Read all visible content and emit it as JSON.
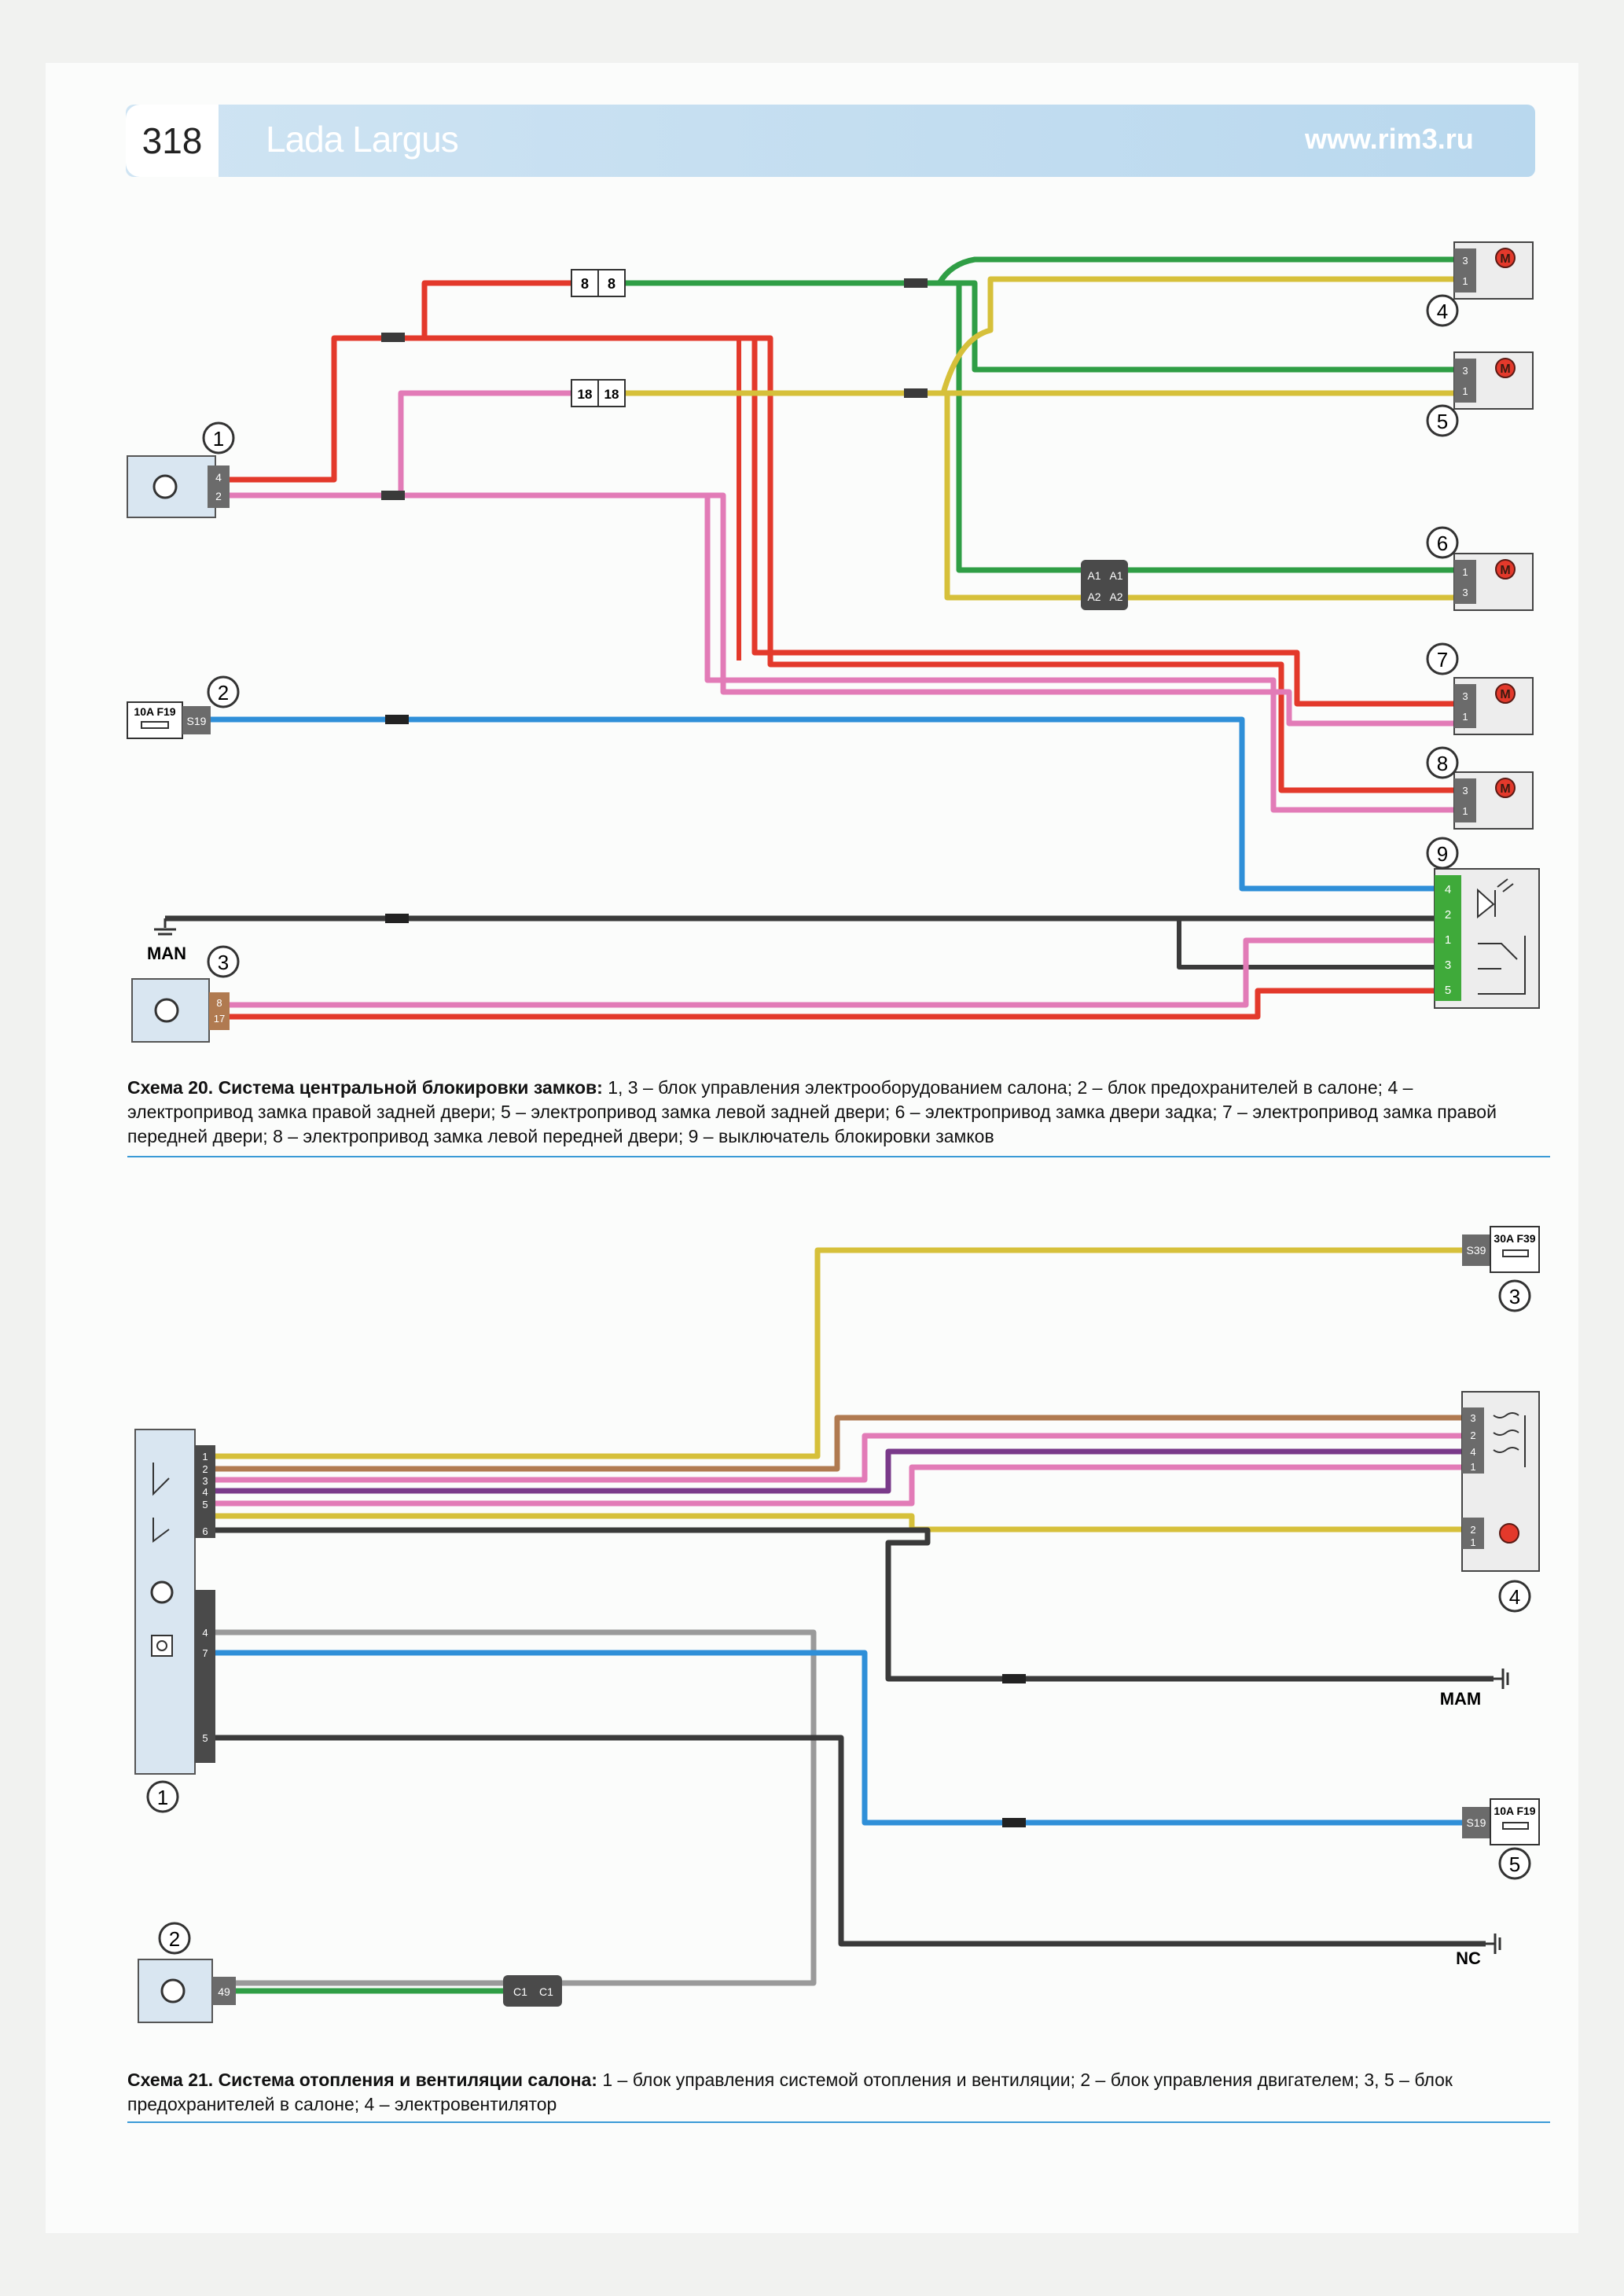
{
  "header": {
    "page_number": "318",
    "title": "Lada Largus",
    "url": "www.rim3.ru"
  },
  "scheme20": {
    "caption_title": "Схема 20. Система центральной блокировки замков:",
    "caption_text": " 1, 3 – блок управления электрооборудованием салона; 2 – блок предохранителей в салоне; 4 – электропривод замка правой задней двери; 5 – электропривод замка левой задней двери; 6 – электропривод замка двери задка; 7 – электропривод замка правой передней двери; 8 – электропривод замка левой передней двери; 9 – выключатель блокировки замков",
    "callouts": [
      "1",
      "2",
      "3",
      "4",
      "5",
      "6",
      "7",
      "8",
      "9"
    ],
    "connector_8": "8",
    "connector_18": "18",
    "connector_A1": "A1",
    "connector_A2": "A2",
    "fuse_label": "10A F19",
    "fuse_pin": "S19",
    "ground_label": "MAN",
    "unit1_pins": [
      "4",
      "2"
    ],
    "unit3_pins": [
      "8",
      "17"
    ],
    "motor_pins": [
      "3",
      "1"
    ],
    "switch_pins": [
      "4",
      "2",
      "1",
      "3",
      "5"
    ]
  },
  "scheme21": {
    "caption_title": "Схема 21. Система отопления и вентиляции салона:",
    "caption_text": " 1 – блок управления системой отопления и вентиляции; 2 – блок управления двигателем; 3, 5 – блок предохранителей в салоне; 4 – электровентилятор",
    "callouts": [
      "1",
      "2",
      "3",
      "4",
      "5"
    ],
    "fuse3_label": "30A F39",
    "fuse3_pin": "S39",
    "fuse5_label": "10A F19",
    "fuse5_pin": "S19",
    "ground_mam": "MAM",
    "ground_nc": "NC",
    "connector_c1": "C1",
    "ecu_pin": "49",
    "unit1_top_pins": [
      "1",
      "2",
      "3",
      "4",
      "5",
      "6"
    ],
    "unit1_bottom_pins": [
      "4",
      "7",
      "5"
    ],
    "fan_pins": [
      "3",
      "2",
      "4",
      "1",
      "2",
      "1"
    ]
  },
  "colors": {
    "red": "#e3392b",
    "green": "#2f9e45",
    "yellow": "#d6c03a",
    "pink": "#e27bb7",
    "violet": "#7a3a8a",
    "blue": "#2f8fd8",
    "black": "#3a3a3a",
    "gray": "#9a9a9a",
    "orange": "#f07a2a",
    "accent": "#3a9ad6"
  }
}
